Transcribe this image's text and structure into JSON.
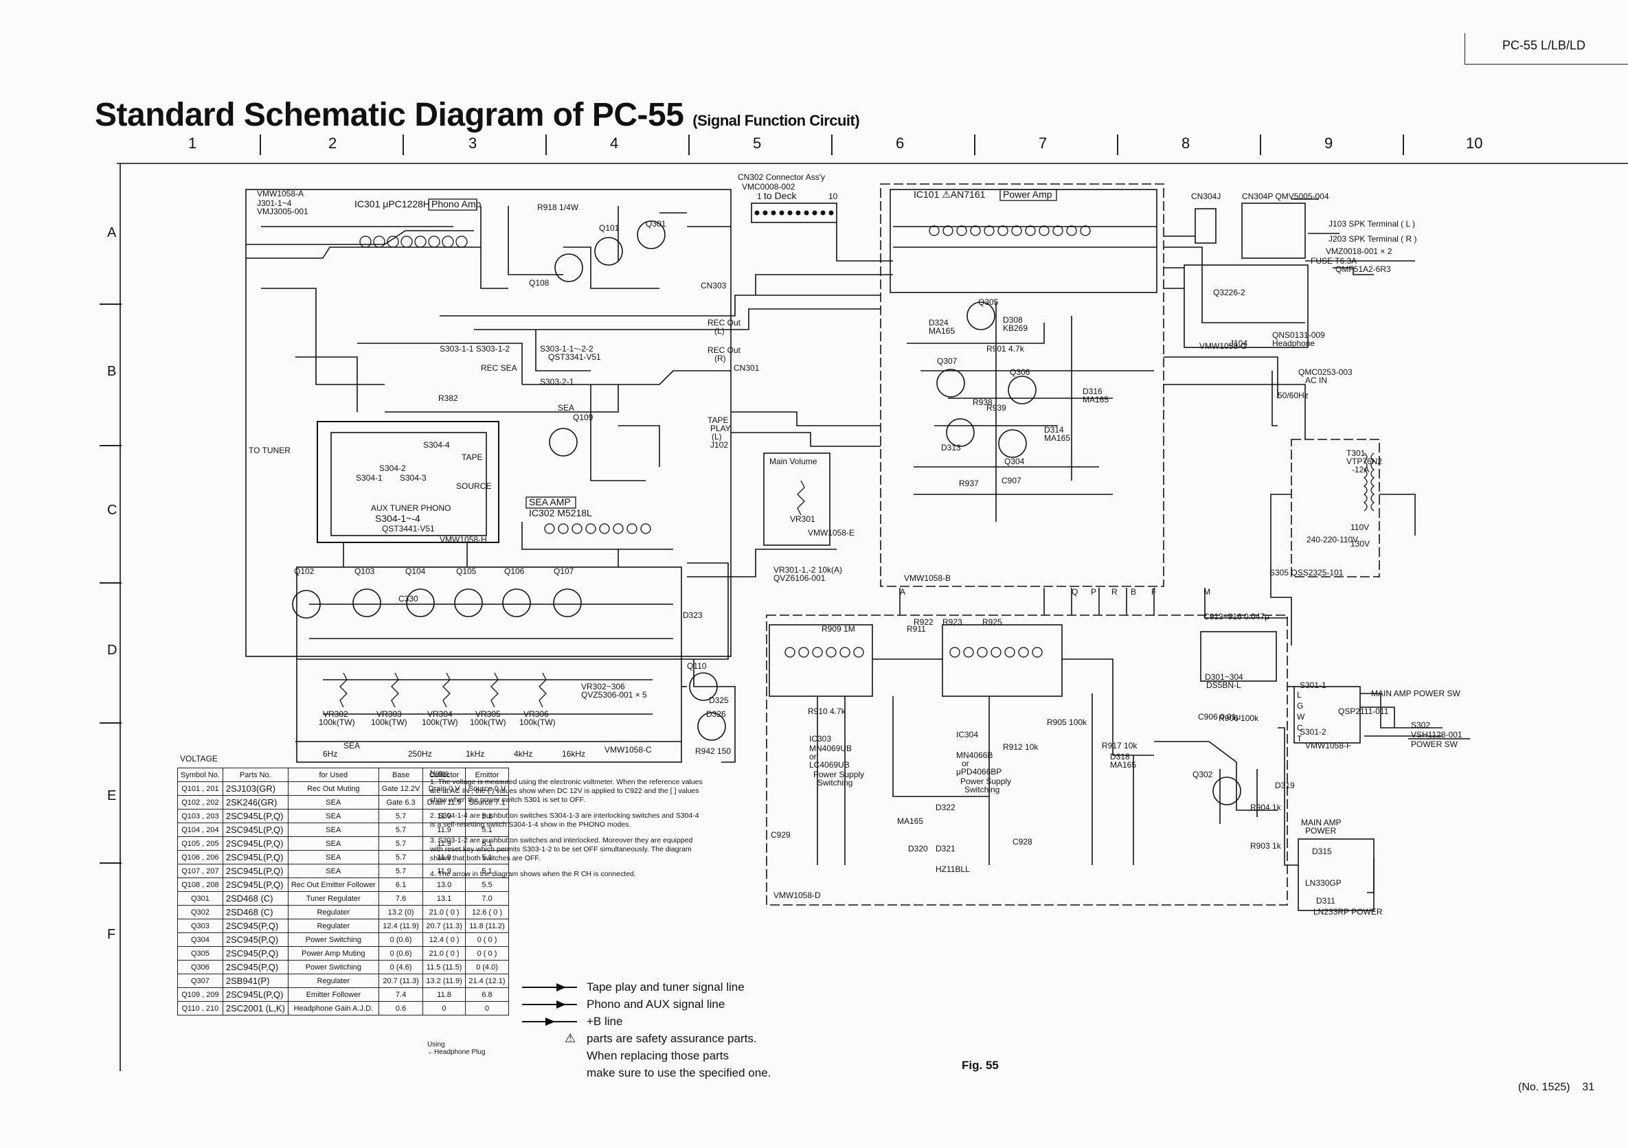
{
  "header": {
    "model": "PC-55 L/LB/LD",
    "title": "Standard Schematic Diagram of PC-55",
    "subtitle": "(Signal Function Circuit)"
  },
  "grid": {
    "columns": [
      "1",
      "2",
      "3",
      "4",
      "5",
      "6",
      "7",
      "8",
      "9",
      "10"
    ],
    "rows": [
      "A",
      "B",
      "C",
      "D",
      "E",
      "F"
    ]
  },
  "blocks": {
    "ic301": "IC301  μPC1228H",
    "phono_amp": "Phono Amp",
    "ic101": "IC101 ⚠AN7161",
    "power_amp": "Power Amp",
    "ic302": "IC302  M5218L",
    "sea_amp": "SEA AMP",
    "ic303": "IC303",
    "ic303_parts": [
      "MN4069UB",
      "or",
      "LC4069UB"
    ],
    "ic303_func": [
      "Power Supply",
      "Switching"
    ],
    "ic304": "IC304",
    "ic304_parts": [
      "MN4066B",
      "or",
      "μPD4066BP"
    ],
    "ic304_func": [
      "Power Supply",
      "Switching"
    ],
    "cn302": [
      "CN302 Connector Ass'y",
      "VMC0008-002",
      "to Deck"
    ],
    "cn302_pins": [
      "1",
      "10"
    ],
    "cn303": "CN303",
    "cn304j": "CN304J",
    "cn304p": "CN304P QMV5005-004",
    "cn301": "CN301",
    "j301": [
      "VMW1058-A",
      "J301-1~4",
      "VMJ3005-001"
    ],
    "to_tuner": "TO TUNER",
    "s304": [
      "AUX  TUNER  PHONO",
      "S304-1~-4",
      "QST3441-V51"
    ],
    "s304_labels": [
      "S304-1",
      "S304-2",
      "S304-3",
      "S304-4",
      "TAPE",
      "SOURCE"
    ],
    "s303_a": "S303-1-1 S303-1-2",
    "s303_b": [
      "S303-1-1~-2-2",
      "QST3341-V51"
    ],
    "s303_c": "S303-2-1",
    "rec_sea": "REC SEA",
    "sea": "SEA",
    "rec_out_l": [
      "REC Out",
      "(L)"
    ],
    "rec_out_r": [
      "REC Out",
      "(R)"
    ],
    "tape_play": [
      "TAPE",
      "PLAY",
      "(L)",
      "J102"
    ],
    "main_volume": "Main Volume",
    "vr301": [
      "VR301",
      "VR301-1,-2 10k(A)",
      "QVZ6106-001"
    ],
    "vr302": [
      "VR302~306",
      "QVZ5306-001 × 5"
    ],
    "eq_bands": [
      "SEA",
      "6Hz",
      "250Hz",
      "1kHz",
      "4kHz",
      "16kHz"
    ],
    "eq_vrs": [
      "VR302",
      "VR303",
      "VR304",
      "VR305",
      "VR306"
    ],
    "eq_vr_values": [
      "100k(TW)",
      "100k(TW)",
      "100k(TW)",
      "100k(TW)",
      "100k(TW)"
    ],
    "transistors_top": [
      "Q108",
      "Q101",
      "Q301",
      "Q109",
      "Q305",
      "Q307",
      "Q306",
      "Q304",
      "Q110",
      "Q302",
      "D308",
      "KB269"
    ],
    "transistors_eq": [
      "Q102",
      "Q103",
      "Q104",
      "Q105",
      "Q106",
      "Q107"
    ],
    "j103": "J103  SPK Terminal ( L )",
    "j203": "J203  SPK Terminal ( R )",
    "fuse": [
      "VMZ0018-001 × 2",
      "FUSE T6.3A",
      "QMF51A2-6R3"
    ],
    "headphone": [
      "Headphone",
      "QNS0131-009",
      "J104",
      "Q3226-2"
    ],
    "ac_in": [
      "QMC0253-003",
      "AC IN",
      "50/60Hz"
    ],
    "t301": [
      "T301",
      "VTP76N2",
      "-12A"
    ],
    "s305": "S305 QSS2325-101",
    "voltage_taps": [
      "240-220-110V",
      "110V",
      "130V"
    ],
    "d301_304": [
      "D301~304",
      "DS5BN-L"
    ],
    "s301": [
      "S301-1",
      "S301-2",
      "QSP2111-011"
    ],
    "main_sw": "MAIN AMP POWER SW",
    "s302": [
      "S302",
      "VSH1128-001",
      "POWER SW"
    ],
    "main_amp_power": [
      "MAIN AMP",
      "POWER",
      "LN330GP"
    ],
    "d315": "D315",
    "d311": "D311",
    "power_led": "LN233RP  POWER",
    "diodes": [
      "D316",
      "MA165",
      "D324",
      "MA165",
      "D313",
      "D314",
      "MA165",
      "D318",
      "MA165",
      "D319",
      "D320",
      "MA165",
      "D321",
      "D322",
      "HZ11BLL",
      "D323",
      "D325",
      "D326"
    ],
    "bus": [
      "A",
      "Q",
      "P",
      "R",
      "B",
      "F",
      "M",
      "L",
      "G",
      "W",
      "C",
      "T"
    ],
    "board_ids": [
      "VMW1058-H",
      "VMW1058-C",
      "VMW1058-B",
      "VMW1058-D",
      "VMW1058-E",
      "VMW1058-F",
      "VMW1058-G"
    ],
    "resistor_labels": [
      "R918 1/4W",
      "R382",
      "R937",
      "R938",
      "R939",
      "R901 4.7k",
      "R923",
      "R922",
      "R925",
      "R909 1M",
      "R911",
      "R910 4.7k",
      "R912 10k",
      "R917 10k",
      "R905 100k",
      "R904 1k",
      "R903 1k",
      "R906 100k",
      "R942 150"
    ],
    "cap_labels": [
      "C907",
      "C906 0.01μ",
      "C913~916 0.047μ",
      "C928",
      "C929",
      "C330"
    ]
  },
  "voltage": {
    "title": "VOLTAGE",
    "headers": [
      "Symbol No.",
      "Parts No.",
      "for Used",
      "Base",
      "Collector",
      "Emittor"
    ],
    "rows": [
      [
        "Q101 , 201",
        "2SJ103(GR)",
        "Rec Out Muting",
        "Gate 12.2V",
        "Drain 0 V",
        "Source 0 V"
      ],
      [
        "Q102 , 202",
        "2SK246(GR)",
        "SEA",
        "Gate 6.3",
        "Drain 11.9",
        "Source 7.1"
      ],
      [
        "Q103 , 203",
        "2SC945L(P,Q)",
        "SEA",
        "5.7",
        "11.9",
        "5.1"
      ],
      [
        "Q104 , 204",
        "2SC945L(P,Q)",
        "SEA",
        "5.7",
        "11.9",
        "5.1"
      ],
      [
        "Q105 , 205",
        "2SC945L(P,Q)",
        "SEA",
        "5.7",
        "11.9",
        "5.1"
      ],
      [
        "Q106 , 206",
        "2SC945L(P,Q)",
        "SEA",
        "5.7",
        "11.9",
        "5.1"
      ],
      [
        "Q107 , 207",
        "2SC945L(P,Q)",
        "SEA",
        "5.7",
        "11.9",
        "5.1"
      ],
      [
        "Q108 , 208",
        "2SC945L(P,Q)",
        "Rec Out Emitter Follower",
        "6.1",
        "13.0",
        "5.5"
      ],
      [
        "Q301",
        "2SD468 (C)",
        "Tuner Regulater",
        "7.6",
        "13.1",
        "7.0"
      ],
      [
        "Q302",
        "2SD468 (C)",
        "Regulater",
        "13.2 (0)",
        "21.0 ( 0 )",
        "12.6 ( 0 )"
      ],
      [
        "Q303",
        "2SC945(P,Q)",
        "Regulater",
        "12.4 (11.9)",
        "20.7 (11.3)",
        "11.8 (11.2)"
      ],
      [
        "Q304",
        "2SC945(P,Q)",
        "Power Switching",
        "0 (0.6)",
        "12.4 ( 0 )",
        "0 ( 0 )"
      ],
      [
        "Q305",
        "2SC945(P,Q)",
        "Power Amp Muting",
        "0 (0.6)",
        "21.0 ( 0 )",
        "0 ( 0 )"
      ],
      [
        "Q306",
        "2SC945(P,Q)",
        "Power Switching",
        "0 (4.6)",
        "11.5 (11.5)",
        "0 (4.0)"
      ],
      [
        "Q307",
        "2SB941(P)",
        "Regulater",
        "20.7 (11.3)",
        "13.2 (11.9)",
        "21.4 (12.1)"
      ],
      [
        "Q109 , 209",
        "2SC945L(P,Q)",
        "Emitter Follower",
        "7.4",
        "11.8",
        "6.8"
      ],
      [
        "Q110 , 210",
        "2SC2001 (L,K)",
        "Headphone Gain A.J.D.",
        "0.6",
        "0",
        "0"
      ]
    ],
    "using_headphone": "Using\n←Headphone Plug"
  },
  "notes": {
    "heading": "Notes",
    "items": [
      "1. The voltage is measured using the electronic voltmeter. When the reference values are at AC IN , the ( ) values show when DC 12V is applied to C922 and the [ ] values show when the power switch S301 is set to OFF.",
      "2. S304-1-4 are pushbutton switches S304-1-3 are interlocking switches and S304-4 is a self-resetting switch S304-1-4 show in the PHONO modes.",
      "3. S303-1-2 are pushbutton switches and interlocked. Moreover they are equipped with reset key which permits S303-1-2 to be set OFF simultaneously. The diagram shows that both switches are OFF.",
      "4. The arrow in the diagram shows when the R CH is connected."
    ]
  },
  "legend": {
    "tape": "Tape play and tuner signal line",
    "phono": "Phono and AUX signal line",
    "bline": "+B line",
    "safety": [
      "parts are safety assurance parts.",
      "When replacing those parts",
      "make sure to use the specified one."
    ]
  },
  "footer": {
    "fig": "Fig. 55",
    "doc_no": "(No. 1525)",
    "page": "31"
  }
}
